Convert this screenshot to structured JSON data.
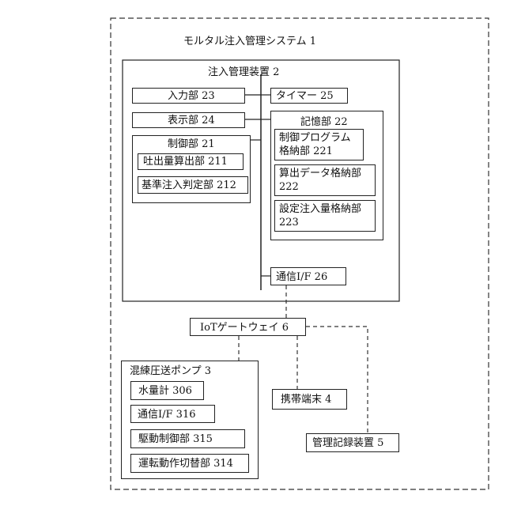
{
  "system_title": "モルタル注入管理システム 1",
  "management_device": {
    "title": "注入管理装置 2",
    "input_unit": "入力部 23",
    "display_unit": "表示部 24",
    "control_unit": {
      "title": "制御部 21",
      "discharge_calc": "吐出量算出部 211",
      "reference_judge": "基準注入判定部 212"
    },
    "timer": "タイマー 25",
    "storage_unit": {
      "title": "記憶部 22",
      "control_program": "制御プログラム 格納部 221",
      "calc_data": "算出データ格納部 222",
      "set_injection": "設定注入量格納部 223"
    },
    "comm_if": "通信I/F 26"
  },
  "iot_gateway": "IoTゲートウェイ 6",
  "pump": {
    "title": "混練圧送ポンプ 3",
    "water_meter": "水量計 306",
    "comm_if": "通信I/F 316",
    "drive_control": "駆動制御部 315",
    "operation_switch": "運転動作切替部 314"
  },
  "mobile_terminal": "携帯端末 4",
  "record_device": "管理記録装置 5"
}
